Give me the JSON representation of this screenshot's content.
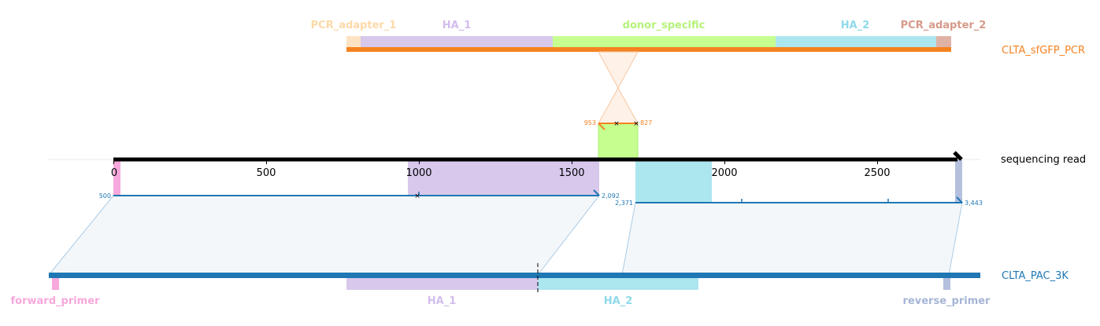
{
  "donor": {
    "name": "CLTA_sfGFP_PCR",
    "features": [
      {
        "name": "PCR_adapter_1",
        "color": "#fdd9a8"
      },
      {
        "name": "HA_1",
        "color": "#d5c4ec"
      },
      {
        "name": "donor_specific",
        "color": "#c6ff8f"
      },
      {
        "name": "HA_2",
        "color": "#a9e6ef"
      },
      {
        "name": "PCR_adapter_2",
        "color": "#dca89a"
      }
    ],
    "bar_color": "#f58220",
    "alignment_labels": {
      "start": "953",
      "end": "827"
    }
  },
  "read": {
    "name": "sequencing read",
    "axis_ticks": [
      "0",
      "500",
      "1000",
      "1500",
      "2000",
      "2500"
    ],
    "alignment_1": {
      "start": "500",
      "end": "2,092"
    },
    "alignment_2": {
      "start": "2,371",
      "end": "3,443"
    }
  },
  "target": {
    "name": "CLTA_PAC_3K",
    "bar_color": "#1f77b4",
    "features": [
      {
        "name": "forward_primer",
        "color": "#f7a8dc"
      },
      {
        "name": "HA_1",
        "color": "#d5c4ec"
      },
      {
        "name": "HA_2",
        "color": "#a9e6ef"
      },
      {
        "name": "reverse_primer",
        "color": "#b4c0dd"
      }
    ]
  }
}
